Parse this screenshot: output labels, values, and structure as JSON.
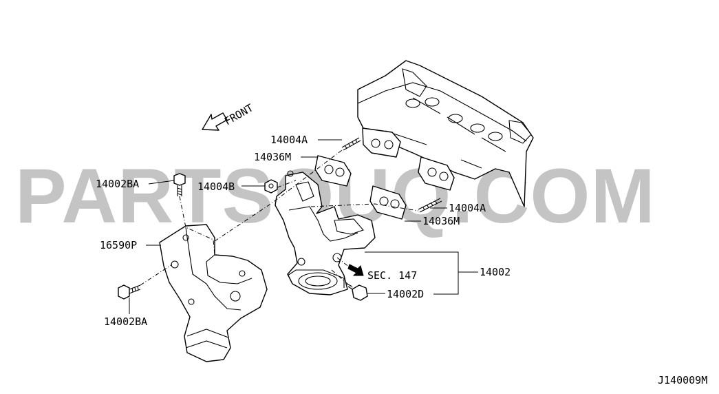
{
  "watermark": "PARTSOUQ.COM",
  "direction_label": "FRONT",
  "callouts": {
    "stud_upper": "14004A",
    "gasket_upper": "14036M",
    "bolt_top": "14002BA",
    "nut": "14004B",
    "stud_lower": "14004A",
    "gasket_lower": "14036M",
    "heat_shield": "16590P",
    "bolt_bottom": "14002BA",
    "manifold": "14002",
    "section_ref": "SEC. 147",
    "bolt_right": "14002D"
  },
  "diagram_code": "J140009M"
}
